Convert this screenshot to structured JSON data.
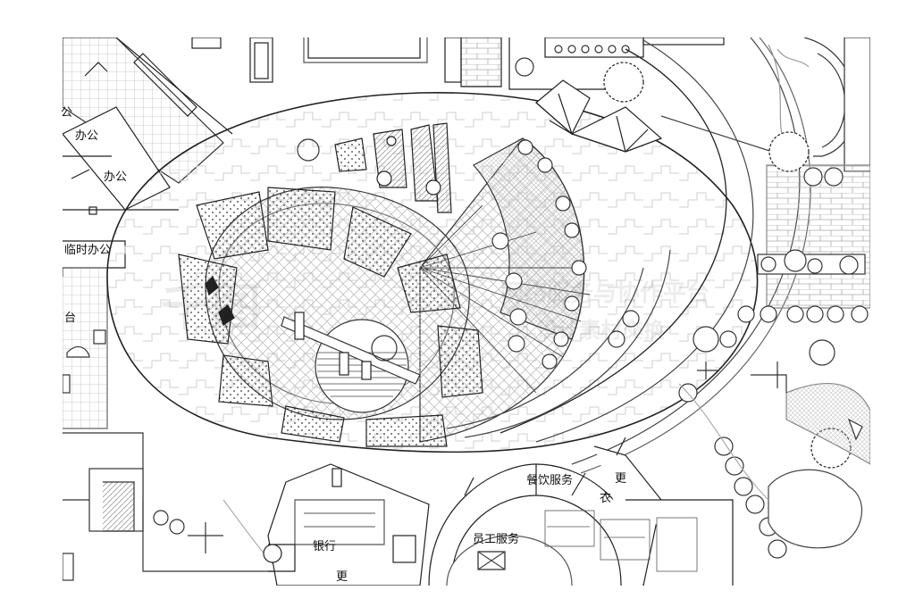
{
  "labels": {
    "office_top": "办公",
    "office_mid": "办公",
    "office_cut": "公",
    "temp_office": "临时办公",
    "stage": "台",
    "dining_service": "餐饮服务",
    "staff_service": "员工服务",
    "bank": "银行",
    "change_right": "更",
    "clothes": "衣",
    "change_bottom": "更"
  },
  "watermark": {
    "logo_text": "千图",
    "text_line1": "网络服务与协作平台",
    "text_line2": "设计素材交换"
  },
  "colors": {
    "line": "#222222",
    "hatch": "#9a9a9a",
    "paving": "#c8c8c8",
    "background": "#ffffff"
  }
}
